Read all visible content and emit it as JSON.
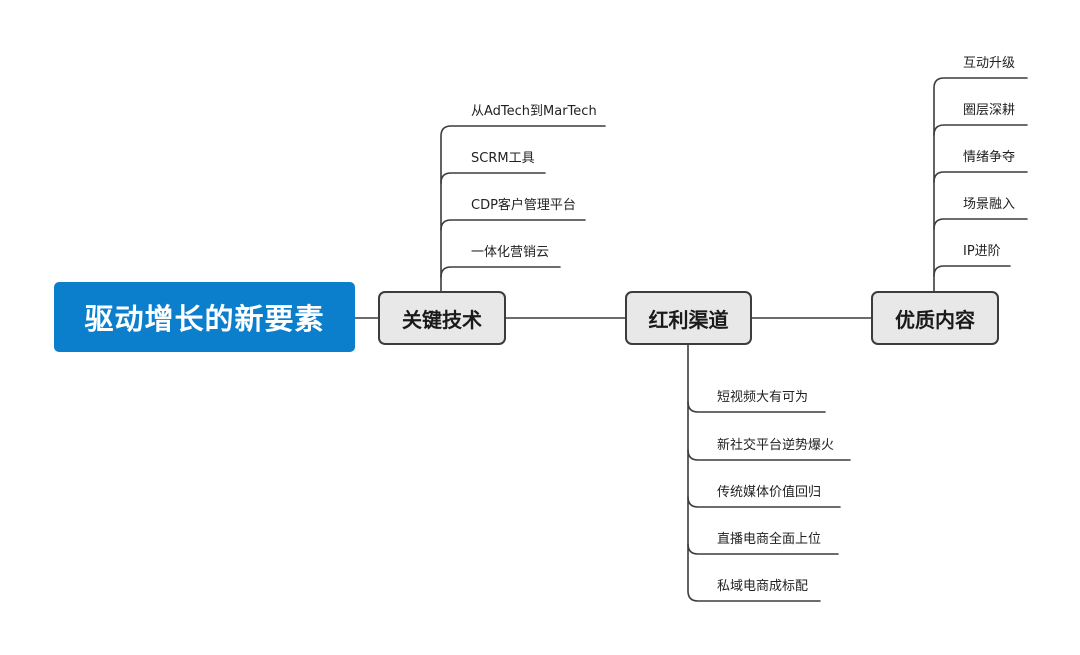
{
  "root": {
    "label": "驱动增长的新要素"
  },
  "branches": [
    {
      "label": "关键技术",
      "children": [
        "从AdTech到MarTech",
        "SCRM工具",
        "CDP客户管理平台",
        "一体化营销云"
      ]
    },
    {
      "label": "红利渠道",
      "children": [
        "短视频大有可为",
        "新社交平台逆势爆火",
        "传统媒体价值回归",
        "直播电商全面上位",
        "私域电商成标配"
      ]
    },
    {
      "label": "优质内容",
      "children": [
        "互动升级",
        "圈层深耕",
        "情绪争夺",
        "场景融入",
        "IP进阶"
      ]
    }
  ],
  "colors": {
    "root_fill": "#0c7fcc",
    "node_fill": "#e8e8e8",
    "line": "#3c3c3c"
  }
}
